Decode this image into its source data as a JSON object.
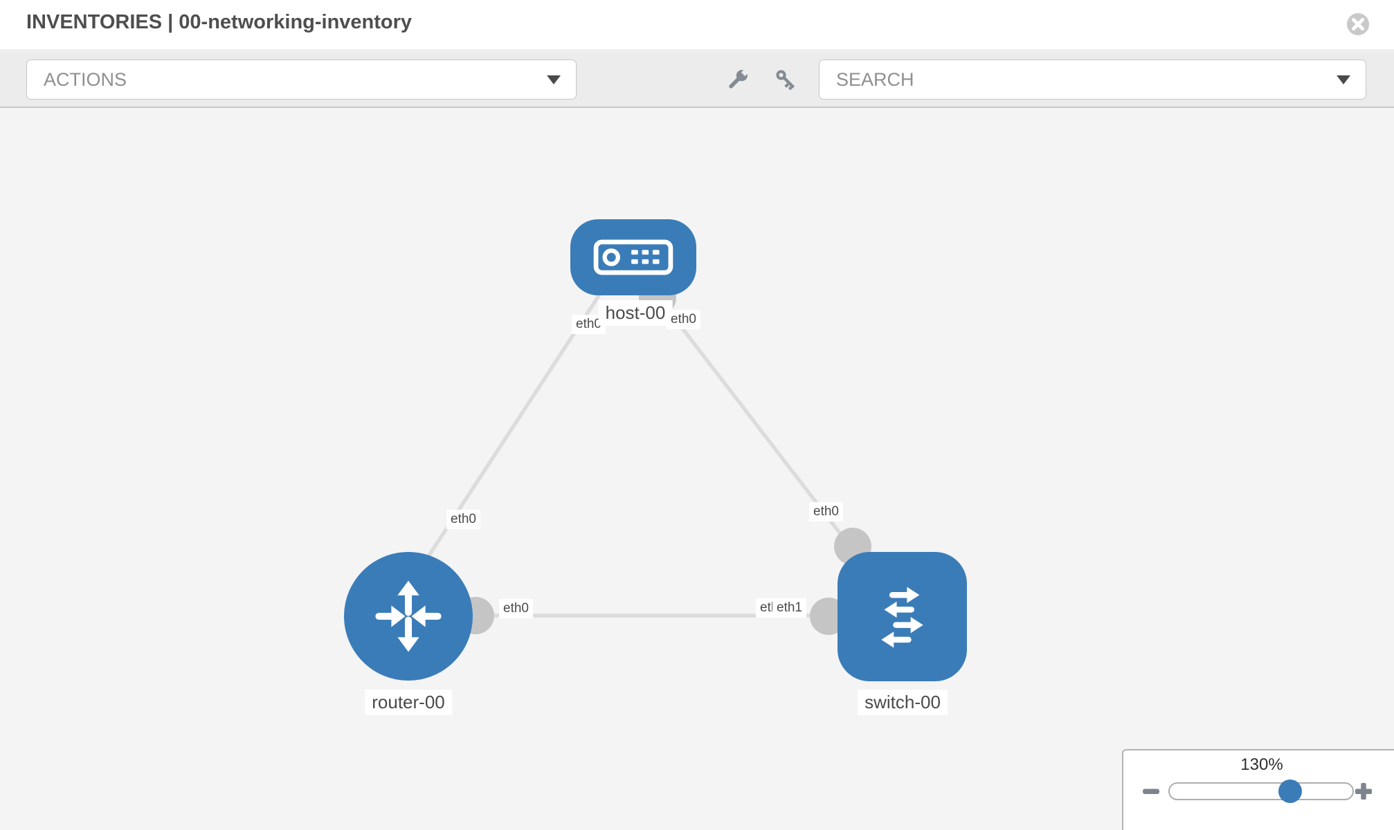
{
  "header": {
    "title": "INVENTORIES | 00-networking-inventory"
  },
  "toolbar": {
    "actions_label": "ACTIONS",
    "search_label": "SEARCH",
    "tool_icons": [
      "wrench-icon",
      "key-icon"
    ]
  },
  "diagram": {
    "nodes": [
      {
        "id": "host-00",
        "label": "host-00",
        "type": "host"
      },
      {
        "id": "router-00",
        "label": "router-00",
        "type": "router"
      },
      {
        "id": "switch-00",
        "label": "switch-00",
        "type": "switch"
      }
    ],
    "links": [
      {
        "from": "host-00",
        "from_port": "eth0",
        "to": "router-00",
        "to_port": "eth0"
      },
      {
        "from": "host-00",
        "from_port": "eth0",
        "to": "switch-00",
        "to_port": "eth0"
      },
      {
        "from": "router-00",
        "from_port": "eth0",
        "to": "switch-00",
        "to_port": "eth1"
      }
    ]
  },
  "zoom_control": {
    "level": "130%",
    "minus_glyph": "−",
    "plus_glyph": "+"
  },
  "icons": {
    "close": "circle-x",
    "actions_caret": "triangle-down",
    "search_caret": "triangle-down"
  },
  "colors": {
    "node_blue": "#3a7cb8",
    "canvas_bg": "#f4f4f4",
    "toolbar_bg": "#ececec",
    "link_gray": "#dcdcdc",
    "port_connector_gray": "#c5c5c5",
    "label_text": "#4a4a4a",
    "control_text": "#8f8f8f",
    "slider_knob_blue": "#3a7cb8"
  }
}
